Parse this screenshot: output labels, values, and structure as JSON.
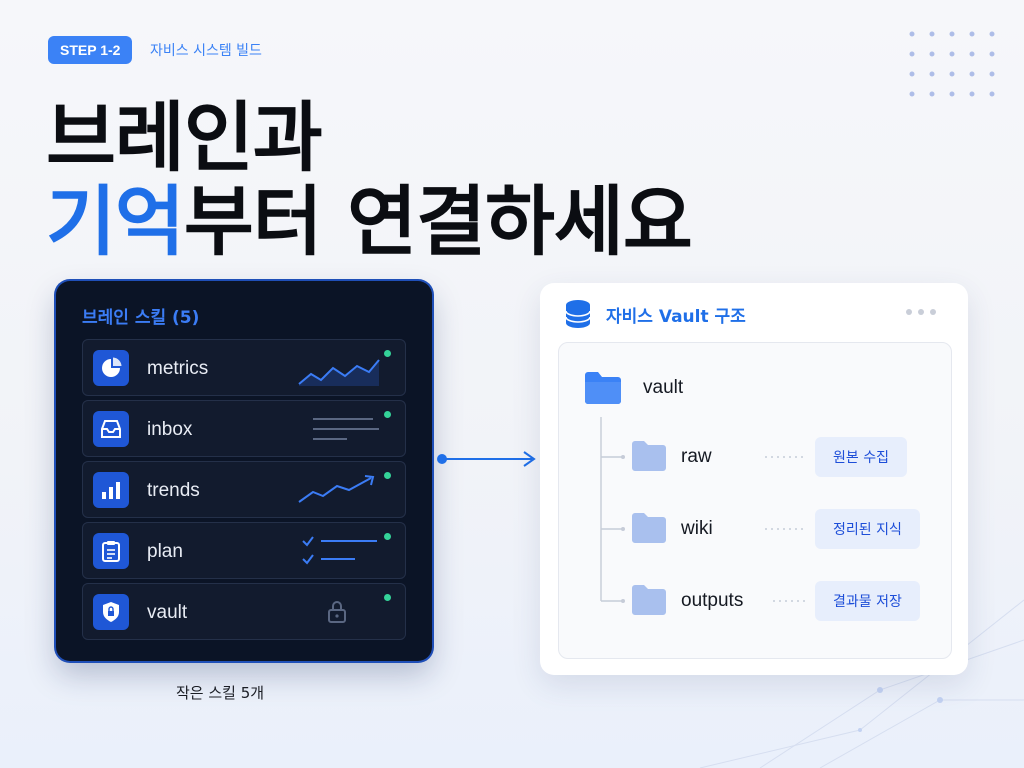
{
  "header": {
    "step_badge": "STEP 1-2",
    "step_subtitle": "자비스 시스템 빌드"
  },
  "hero": {
    "line1": "브레인과",
    "line2_accent": "기억",
    "line2_rest": "부터 연결하세요"
  },
  "brain_panel": {
    "title": "브레인 스킬 (5)",
    "skills": [
      {
        "label": "metrics",
        "icon": "pie-chart-icon",
        "deco": "sparkline-area",
        "status": "active"
      },
      {
        "label": "inbox",
        "icon": "inbox-tray-icon",
        "deco": "text-lines",
        "status": "active"
      },
      {
        "label": "trends",
        "icon": "bar-chart-icon",
        "deco": "trend-arrow",
        "status": "active"
      },
      {
        "label": "plan",
        "icon": "clipboard-checklist-icon",
        "deco": "checklist",
        "status": "active"
      },
      {
        "label": "vault",
        "icon": "shield-lock-icon",
        "deco": "padlock",
        "status": "active"
      }
    ],
    "caption": "작은 스킬 5개"
  },
  "vault_card": {
    "title": "자비스 Vault 구조",
    "root_folder": "vault",
    "children": [
      {
        "name": "raw",
        "tag": "원본 수집"
      },
      {
        "name": "wiki",
        "tag": "정리된 지식"
      },
      {
        "name": "outputs",
        "tag": "결과물 저장"
      }
    ]
  },
  "colors": {
    "accent": "#1f6fe8",
    "panel_bg": "#0b1426",
    "status_dot": "#34d399",
    "tag_bg": "#e7eefc",
    "folder": "#8fb1f0"
  }
}
